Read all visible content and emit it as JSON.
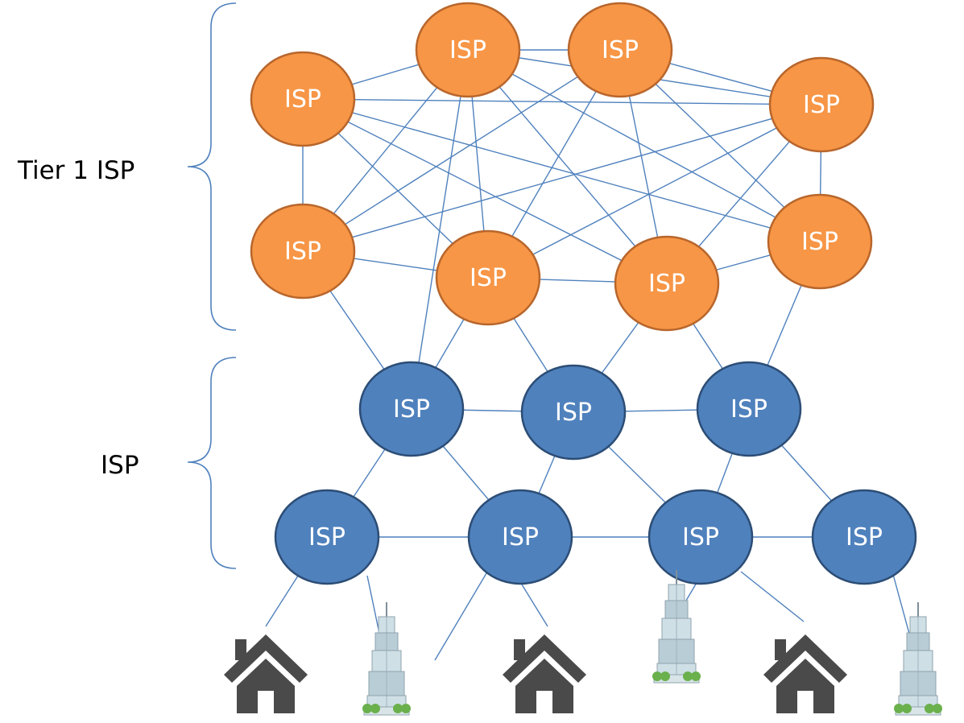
{
  "labels": {
    "tier1": "Tier 1 ISP",
    "isp": "ISP"
  },
  "node_label": "ISP",
  "colors": {
    "tier1_fill": "#F79646",
    "tier1_stroke": "#B8662C",
    "isp_fill": "#4F81BD",
    "isp_stroke": "#2C4D75",
    "edge": "#4F81BD",
    "brace": "#4F81BD",
    "house": "#4A4A4A"
  },
  "nodes": [
    {
      "id": "t1",
      "tier": "tier1"
    },
    {
      "id": "t2",
      "tier": "tier1"
    },
    {
      "id": "t3",
      "tier": "tier1"
    },
    {
      "id": "t4",
      "tier": "tier1"
    },
    {
      "id": "t5",
      "tier": "tier1"
    },
    {
      "id": "t6",
      "tier": "tier1"
    },
    {
      "id": "t7",
      "tier": "tier1"
    },
    {
      "id": "t8",
      "tier": "tier1"
    },
    {
      "id": "b1",
      "tier": "isp"
    },
    {
      "id": "b2",
      "tier": "isp"
    },
    {
      "id": "b3",
      "tier": "isp"
    },
    {
      "id": "b4",
      "tier": "isp"
    },
    {
      "id": "b5",
      "tier": "isp"
    },
    {
      "id": "b6",
      "tier": "isp"
    },
    {
      "id": "b7",
      "tier": "isp"
    }
  ],
  "edges": [
    [
      "t1",
      "t2"
    ],
    [
      "t2",
      "t3"
    ],
    [
      "t3",
      "t4"
    ],
    [
      "t1",
      "t5"
    ],
    [
      "t4",
      "t8"
    ],
    [
      "t5",
      "t6"
    ],
    [
      "t6",
      "t7"
    ],
    [
      "t1",
      "t6"
    ],
    [
      "t1",
      "t7"
    ],
    [
      "t1",
      "t4"
    ],
    [
      "t1",
      "t8"
    ],
    [
      "t2",
      "t5"
    ],
    [
      "t2",
      "t6"
    ],
    [
      "t2",
      "t7"
    ],
    [
      "t2",
      "t4"
    ],
    [
      "t2",
      "t8"
    ],
    [
      "t3",
      "t5"
    ],
    [
      "t3",
      "t6"
    ],
    [
      "t3",
      "t7"
    ],
    [
      "t4",
      "t5"
    ],
    [
      "t4",
      "t6"
    ],
    [
      "t4",
      "t7"
    ],
    [
      "t3",
      "t8"
    ],
    [
      "t5",
      "b1"
    ],
    [
      "t6",
      "b1"
    ],
    [
      "t6",
      "b2"
    ],
    [
      "t7",
      "b2"
    ],
    [
      "t7",
      "b3"
    ],
    [
      "t8",
      "b3"
    ],
    [
      "t2",
      "b1"
    ],
    [
      "t8",
      "t7"
    ],
    [
      "b1",
      "b2"
    ],
    [
      "b2",
      "b3"
    ],
    [
      "b1",
      "b4"
    ],
    [
      "b1",
      "b5"
    ],
    [
      "b2",
      "b5"
    ],
    [
      "b2",
      "b6"
    ],
    [
      "b3",
      "b6"
    ],
    [
      "b3",
      "b7"
    ],
    [
      "b4",
      "b5"
    ],
    [
      "b5",
      "b6"
    ],
    [
      "b6",
      "b7"
    ]
  ],
  "endpoints": [
    {
      "id": "house-1",
      "kind": "house"
    },
    {
      "id": "building-1",
      "kind": "building"
    },
    {
      "id": "house-2",
      "kind": "house"
    },
    {
      "id": "building-2",
      "kind": "building"
    },
    {
      "id": "house-3",
      "kind": "house"
    },
    {
      "id": "building-3",
      "kind": "building"
    }
  ]
}
